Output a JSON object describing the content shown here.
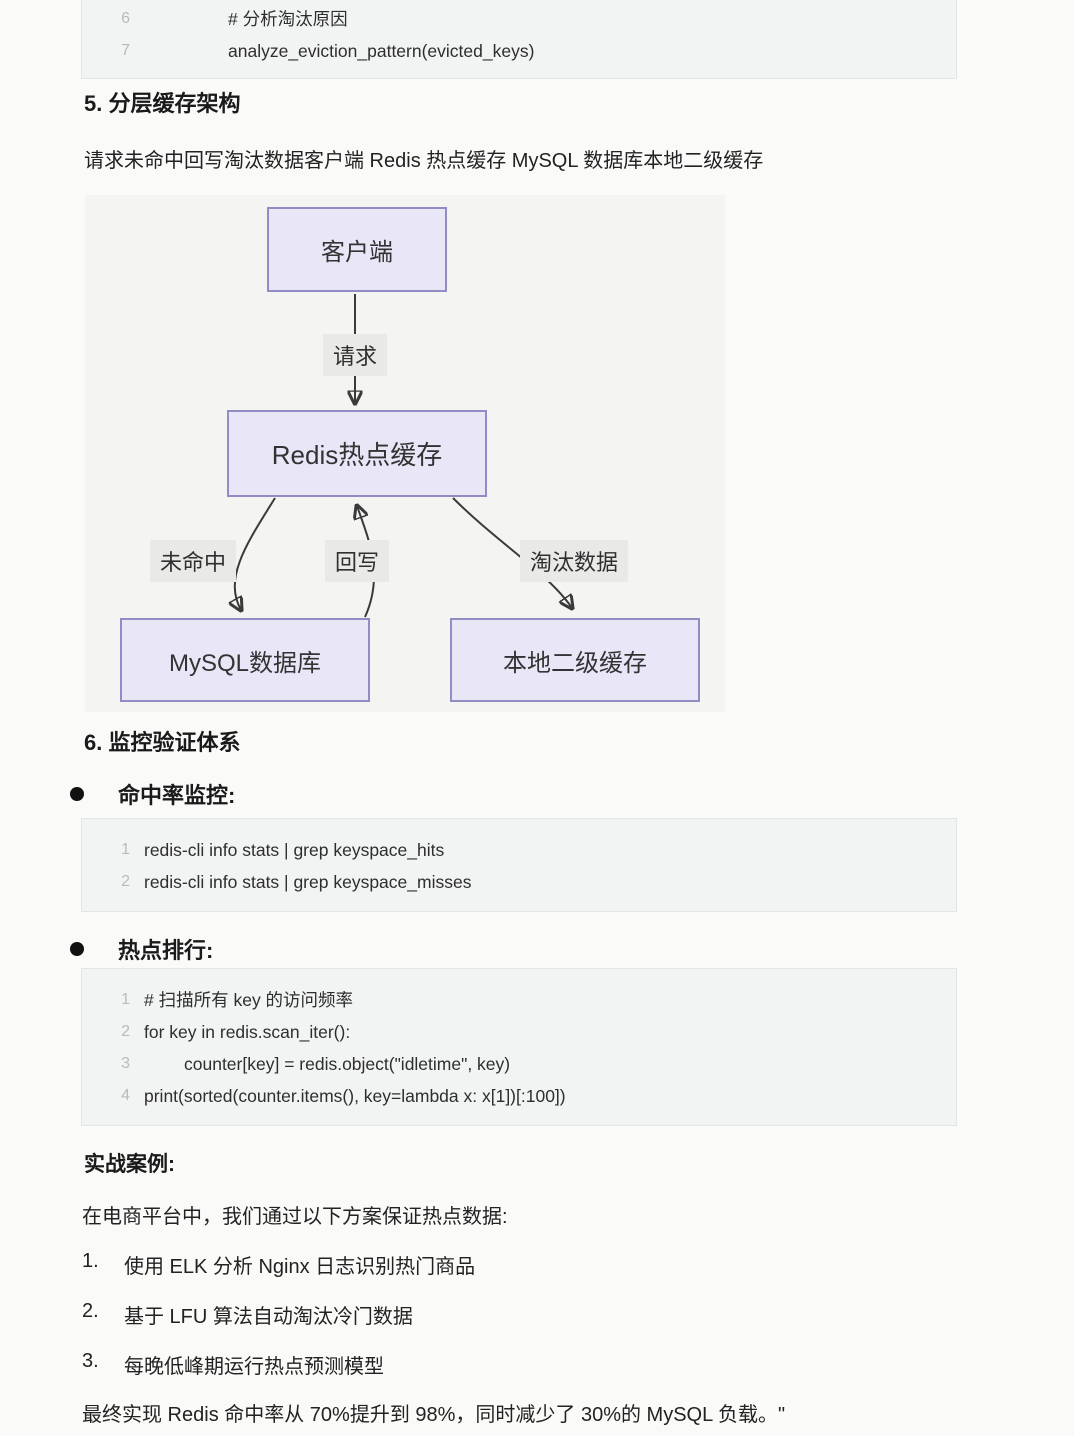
{
  "colors": {
    "page_bg": "#fafaf9",
    "code_bg": "#f2f3f3",
    "code_border": "#e3e5e5",
    "panel_bg": "#f4f4f2",
    "node_fill": "#e8e6f7",
    "node_border": "#908dc4",
    "chip_bg": "#e9e9e7",
    "text": "#1e1e1e"
  },
  "code_top": {
    "lines": [
      {
        "no": "6",
        "indent": 2,
        "text": "# 分析淘汰原因"
      },
      {
        "no": "7",
        "indent": 2,
        "text": "analyze_eviction_pattern(evicted_keys)"
      }
    ]
  },
  "section5": {
    "heading": "5. 分层缓存架构",
    "paragraph": "请求未命中回写淘汰数据客户端 Redis 热点缓存 MySQL 数据库本地二级缓存"
  },
  "diagram": {
    "nodes": {
      "client": "客户端",
      "redis": "Redis热点缓存",
      "mysql": "MySQL数据库",
      "local": "本地二级缓存"
    },
    "edges": {
      "request": "请求",
      "miss": "未命中",
      "writeback": "回写",
      "evict": "淘汰数据"
    }
  },
  "section6": {
    "heading": "6. 监控验证体系",
    "bullet_hit_rate": "命中率监控:",
    "bullet_hot_rank": "热点排行:"
  },
  "code_hits": {
    "lines": [
      {
        "no": "1",
        "indent": 0,
        "text": "redis-cli info stats | grep keyspace_hits"
      },
      {
        "no": "2",
        "indent": 0,
        "text": "redis-cli info stats | grep keyspace_misses"
      }
    ]
  },
  "code_hot": {
    "lines": [
      {
        "no": "1",
        "indent": 0,
        "text": "# 扫描所有 key 的访问频率"
      },
      {
        "no": "2",
        "indent": 0,
        "text": "for key in redis.scan_iter():"
      },
      {
        "no": "3",
        "indent": 1,
        "text": "counter[key] = redis.object(\"idletime\", key)"
      },
      {
        "no": "4",
        "indent": 0,
        "text": "print(sorted(counter.items(), key=lambda x: x[1])[:100])"
      }
    ]
  },
  "case_study": {
    "title": "实战案例:",
    "intro": "在电商平台中，我们通过以下方案保证热点数据:",
    "items": [
      {
        "no": "1.",
        "text": "使用 ELK 分析 Nginx 日志识别热门商品"
      },
      {
        "no": "2.",
        "text": "基于 LFU 算法自动淘汰冷门数据"
      },
      {
        "no": "3.",
        "text": "每晚低峰期运行热点预测模型"
      }
    ],
    "conclusion": "最终实现 Redis 命中率从 70%提升到 98%，同时减少了 30%的 MySQL 负载。\""
  }
}
